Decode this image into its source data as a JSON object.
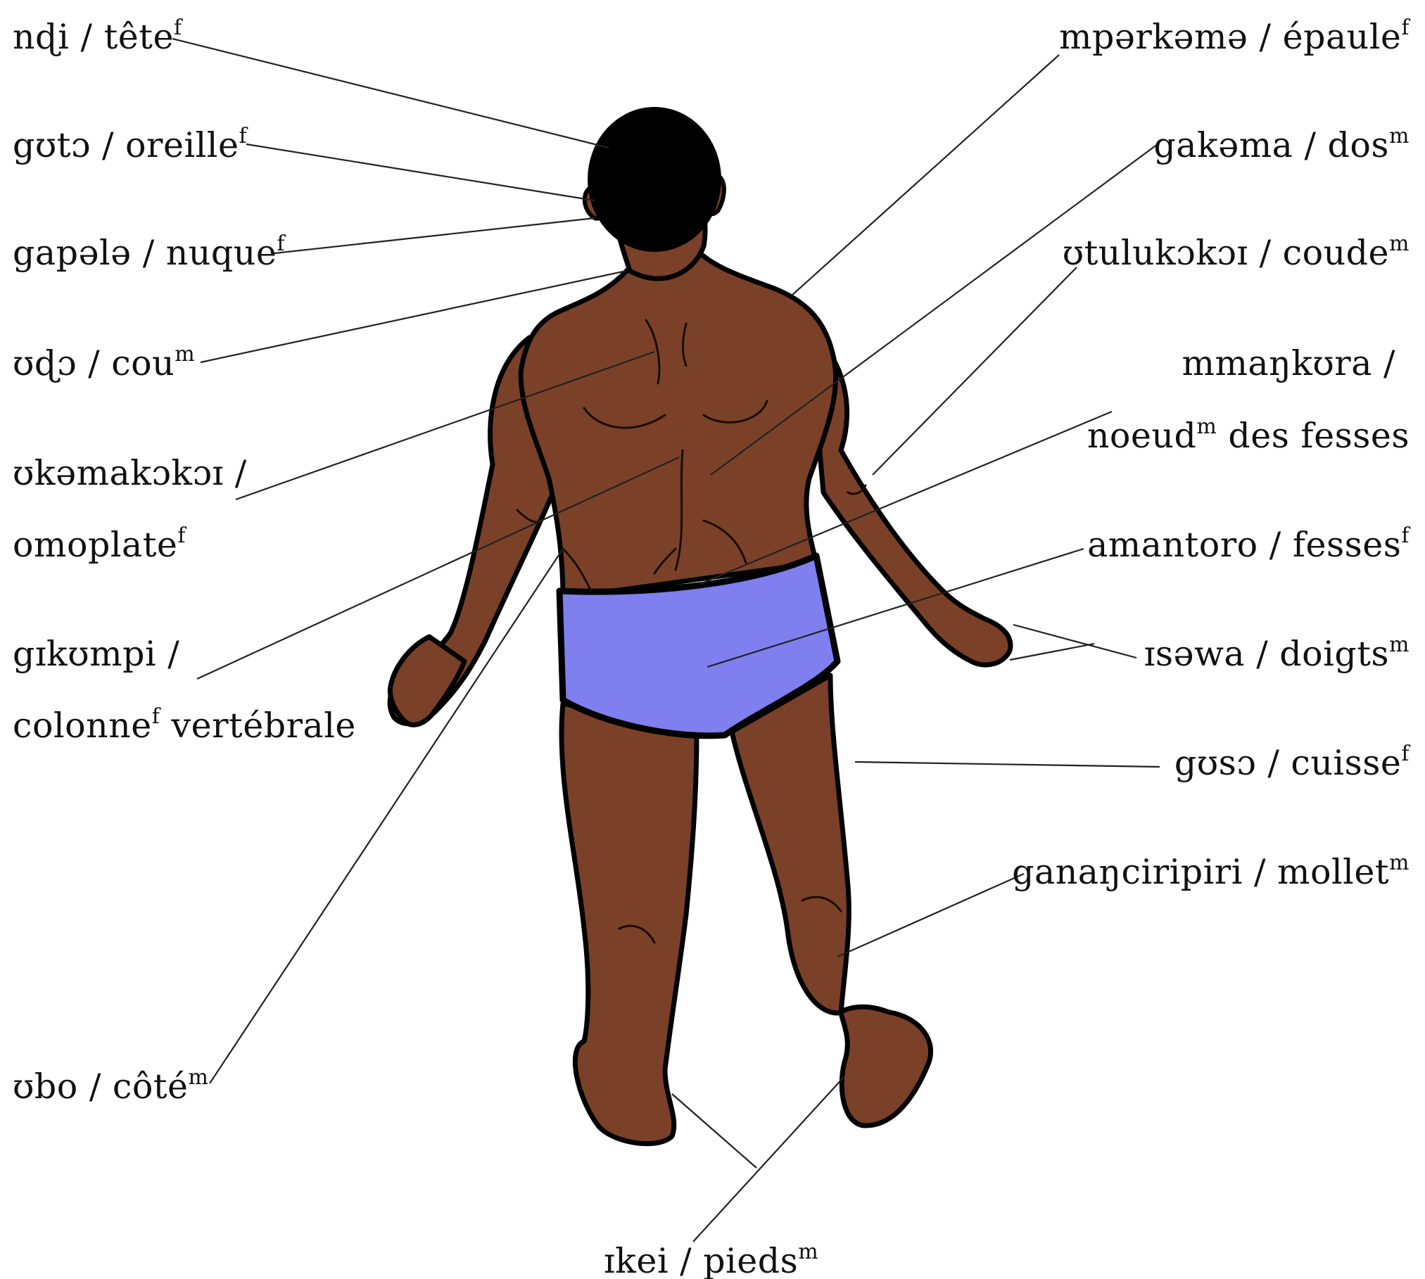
{
  "labels": {
    "tete": {
      "term": "nɖi / tête",
      "gender": "f"
    },
    "oreille": {
      "term": "gʊtɔ / oreille",
      "gender": "f"
    },
    "nuque": {
      "term": "gapələ / nuque",
      "gender": "f"
    },
    "cou": {
      "term": "ʊɖɔ / cou",
      "gender": "m"
    },
    "omoplate_line1": "ʊkəmakɔkɔɪ /",
    "omoplate_line2": {
      "term": "omoplate",
      "gender": "f"
    },
    "colonne_line1": "gɪkʊmpi /",
    "colonne_line2": {
      "term": "colonne",
      "gender": "f",
      "rest": "vertébrale"
    },
    "cote": {
      "term": "ʊbo / côté",
      "gender": "m"
    },
    "epaule": {
      "term": "mpərkəmə / épaule",
      "gender": "f"
    },
    "dos": {
      "term": "gakəma / dos",
      "gender": "m"
    },
    "coude": {
      "term": "ʊtulukɔkɔɪ / coude",
      "gender": "m"
    },
    "noeud_line1": "mmaŋkʊra /",
    "noeud_line2": {
      "term": "noeud",
      "gender": "m",
      "rest": "des fesses"
    },
    "fesses": {
      "term": "amantoro / fesses",
      "gender": "f"
    },
    "doigts": {
      "term": "ɪsəwa / doigts",
      "gender": "m"
    },
    "cuisse": {
      "term": "gʊsɔ / cuisse",
      "gender": "f"
    },
    "mollet": {
      "term": "ganaŋciripiri / mollet",
      "gender": "m"
    },
    "pieds": {
      "term": "ɪkei / pieds",
      "gender": "m"
    }
  },
  "colors": {
    "skin": "#7a4128",
    "outline": "#000000",
    "shorts": "#7f7fef",
    "hair": "#000000",
    "leader_line": "#222222"
  }
}
